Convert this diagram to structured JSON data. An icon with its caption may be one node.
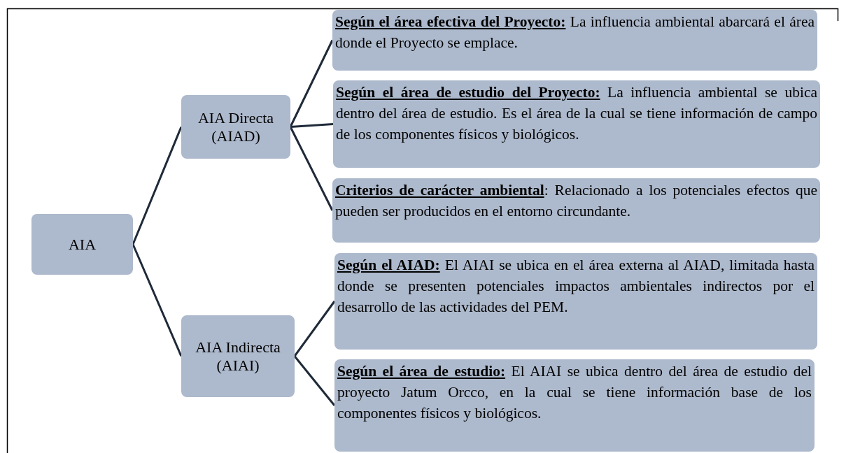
{
  "diagram": {
    "nodes": [
      {
        "text": [
          "AIA"
        ]
      },
      {
        "text": [
          "AIA Directa (AIAD)"
        ]
      },
      {
        "text": [
          "**Según el área efectiva del Proyecto:** La influencia ambiental abarcará el área donde el Proyecto se emplace."
        ]
      },
      {
        "text": [
          "**Según el área de estudio del Proyecto:** La influencia ambiental se ubica dentro del área de estudio. Es el área de la cual se tiene información de campo de los componentes físicos y biológicos."
        ]
      },
      {
        "text": [
          "**Criterios de carácter ambiental**: Relacionado a los potenciales efectos que pueden ser producidos en el entorno circundante."
        ]
      },
      {
        "text": [
          "AIA Indirecta (AIAI)"
        ]
      },
      {
        "text": [
          "**Según el AIAD:** El AIAI se ubica en el área externa al AIAD, limitada hasta donde se presenten potenciales impactos ambientales indirectos por el desarrollo de las actividades del PEM."
        ]
      },
      {
        "text": [
          "**Según el área de estudio:** El AIAI se ubica dentro del área de estudio del proyecto Jatum Orcco, en la cual se tiene información base de los componentes físicos y biológicos."
        ]
      }
    ],
    "edges": [
      {
        "from": 0,
        "to": 1,
        "arrow": "none"
      },
      {
        "from": 0,
        "to": 5,
        "arrow": "none"
      },
      {
        "from": 1,
        "to": 2,
        "arrow": "none"
      },
      {
        "from": 1,
        "to": 3,
        "arrow": "none"
      },
      {
        "from": 1,
        "to": 4,
        "arrow": "none"
      },
      {
        "from": 5,
        "to": 6,
        "arrow": "none"
      },
      {
        "from": 5,
        "to": 7,
        "arrow": "none"
      }
    ]
  }
}
